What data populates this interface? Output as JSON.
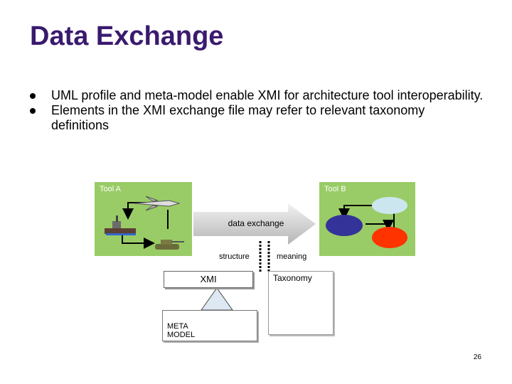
{
  "slide": {
    "title": "Data Exchange",
    "bullets": [
      "UML profile and meta-model enable XMI for architecture tool interoperability.",
      "Elements in the XMI exchange file may refer to relevant taxonomy definitions"
    ],
    "page_number": "26"
  },
  "diagram": {
    "tool_a_label": "Tool A",
    "tool_b_label": "Tool B",
    "exchange_label": "data exchange",
    "structure_label": "structure",
    "meaning_label": "meaning",
    "xmi_label": "XMI",
    "taxonomy_label": "Taxonomy",
    "meta_model_label_line1": "META",
    "meta_model_label_line2": "MODEL",
    "colors": {
      "panel_green": "#99cc66",
      "node_blue": "#333399",
      "node_light_blue": "#cce6f0",
      "node_red": "#ff3300",
      "title_purple": "#3a1a6e"
    }
  }
}
